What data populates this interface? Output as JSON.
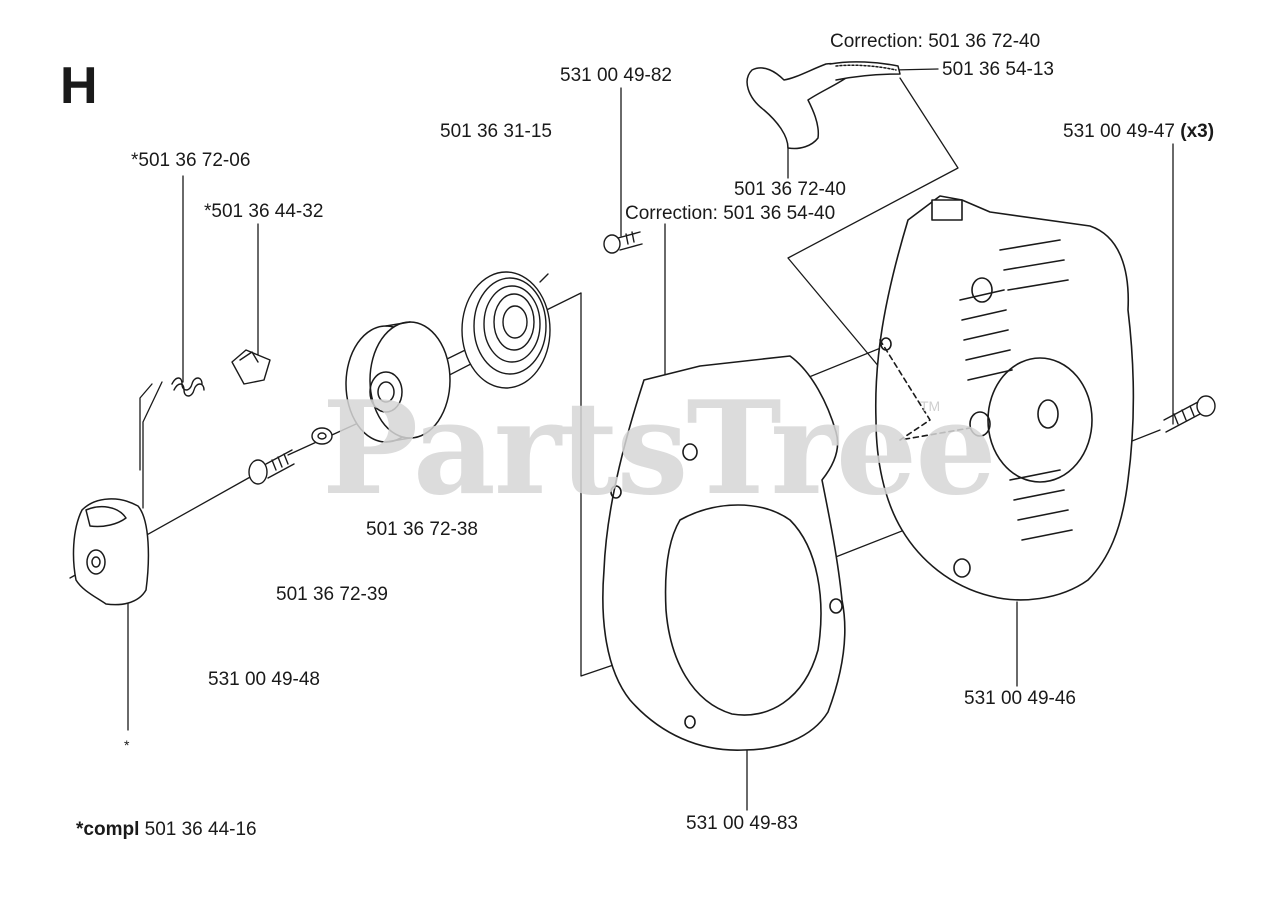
{
  "section_letter": "H",
  "watermark": "PartsTree",
  "watermark_tm": "TM",
  "labels": {
    "correction_top": "Correction: 501 36 72-40",
    "p_501_36_54_13": "501 36 54-13",
    "p_531_00_49_82": "531 00 49-82",
    "p_501_36_31_15": "501 36 31-15",
    "p_501_36_72_06": "*501 36 72-06",
    "p_501_36_44_32": "*501 36 44-32",
    "p_501_36_72_40": "501 36 72-40",
    "correction_mid": "Correction: 501 36 54-40",
    "p_531_00_49_47": "531 00 49-47",
    "p_531_00_49_47_qty": "(x3)",
    "p_501_36_72_38": "501 36 72-38",
    "p_501_36_72_39": "501 36 72-39",
    "p_531_00_49_48": "531 00 49-48",
    "p_531_00_49_46": "531 00 49-46",
    "p_531_00_49_83": "531 00 49-83",
    "asterisk": "*",
    "compl_prefix": "*compl",
    "compl_number": "501 36 44-16"
  }
}
